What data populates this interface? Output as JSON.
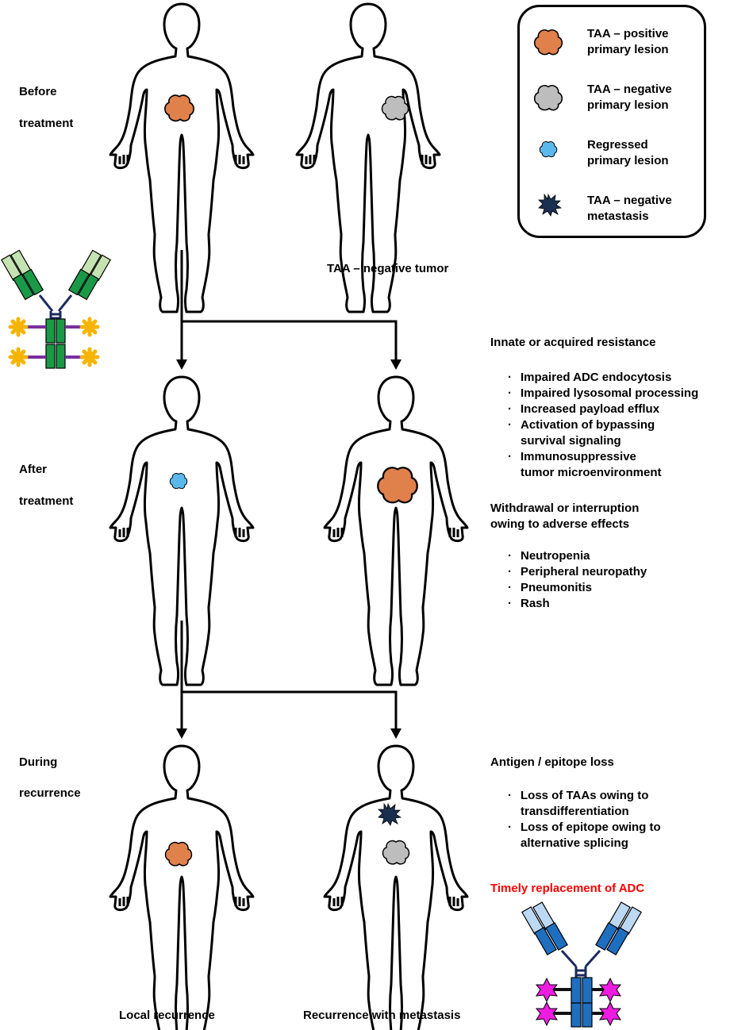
{
  "stages": {
    "before": [
      "Before",
      "treatment"
    ],
    "after": [
      "After",
      "treatment"
    ],
    "during": [
      "During",
      "recurrence"
    ]
  },
  "captions": {
    "taa_negative_tumor": "TAA – negative  tumor",
    "local_recurrence": "Local  recurrence",
    "recurrence_metastasis": "Recurrence  with  metastasis"
  },
  "legend": {
    "items": [
      {
        "lines": [
          "TAA – positive",
          "primary  lesion"
        ],
        "color": "#e0804a"
      },
      {
        "lines": [
          "TAA – negative",
          "primary  lesion"
        ],
        "color": "#bdbdbd"
      },
      {
        "lines": [
          "Regressed",
          "primary  lesion"
        ],
        "color": "#5bb8ec"
      },
      {
        "lines": [
          "TAA – negative",
          "metastasis"
        ],
        "color": "#1b3050"
      }
    ]
  },
  "resistance": {
    "heading": "Innate  or  acquired  resistance",
    "items": [
      "Impaired  ADC  endocytosis",
      "Impaired  lysosomal  processing",
      "Increased  payload  efflux",
      "Activation  of  bypassing|survival  signaling",
      "Immunosuppressive|tumor  microenvironment"
    ]
  },
  "withdrawal": {
    "heading_lines": [
      "Withdrawal  or  interruption",
      "owing  to  adverse  effects"
    ],
    "items": [
      "Neutropenia",
      "Peripheral  neuropathy",
      "Pneumonitis",
      "Rash"
    ]
  },
  "antigen_loss": {
    "heading": "Antigen / epitope  loss",
    "items": [
      "Loss  of  TAAs owing  to|transdifferentiation",
      "Loss  of  epitope  owing  to|alternative  splicing"
    ]
  },
  "replacement": {
    "heading": "Timely  replacement  of  ADC"
  },
  "colors": {
    "taa_positive": "#e0804a",
    "taa_negative": "#bdbdbd",
    "regressed": "#5bb8ec",
    "metastasis": "#1b3050",
    "adc1_dark": "#1a9a48",
    "adc1_light": "#c5e3b2",
    "adc1_linker": "#7a2e9e",
    "adc1_payload": "#f5b400",
    "adc2_dark": "#1e6fc0",
    "adc2_light": "#bcd8f2",
    "adc2_linker": "#111111",
    "adc2_payload": "#ee1be0",
    "hinge": "#1b2a5e",
    "highlight": "#ff0000"
  }
}
